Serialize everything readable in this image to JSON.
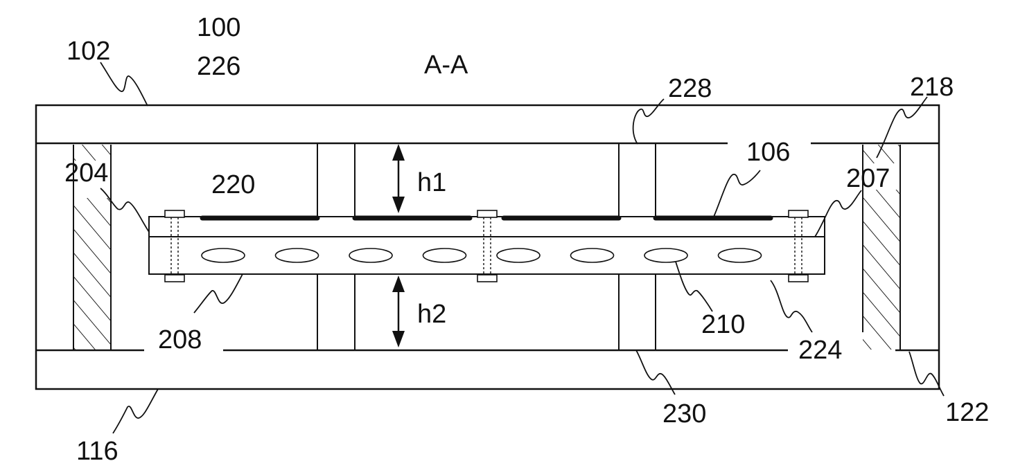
{
  "figure": {
    "section_label": "A-A",
    "reference_numerals": {
      "assembly": "100",
      "assembly_alt": "226",
      "top_plate": "102",
      "bottom_plate": "116",
      "side_wall": "122",
      "membrane_layer": "106",
      "left_spacer": "204",
      "board_top_layer": "207",
      "board_bottom_layer": "208",
      "cavities": "210",
      "right_spacer": "218",
      "electrode": "220",
      "fasteners": "224",
      "upper_post": "228",
      "lower_post": "230"
    },
    "dimensions": {
      "upper_gap": "h1",
      "lower_gap": "h2"
    },
    "counts": {
      "cavity_count": 8,
      "fastener_count": 3,
      "electrode_segment_count": 4
    },
    "colors": {
      "line": "#111111",
      "background": "#ffffff"
    }
  }
}
